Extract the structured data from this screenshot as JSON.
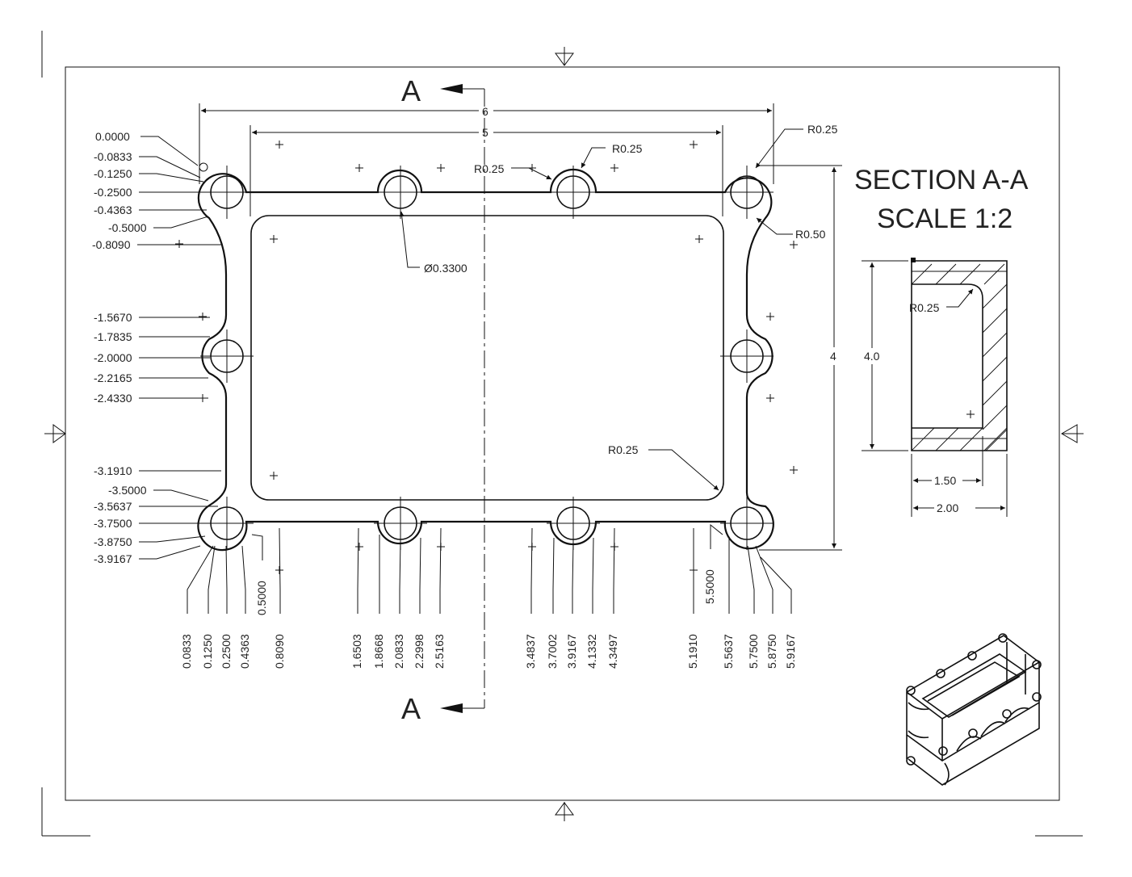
{
  "section": {
    "title": "SECTION A-A",
    "scale": "SCALE 1:2",
    "height_dim": "4.0",
    "inner_width_dim": "1.50",
    "outer_width_dim": "2.00",
    "radius": "R0.25"
  },
  "section_marker": {
    "top": "A",
    "bottom": "A"
  },
  "overall": {
    "width": "6",
    "inner_width": "5",
    "height": "4"
  },
  "radii": {
    "top_right_corner": "R0.25",
    "top_right_side": "R0.50",
    "mid_boss": "R0.25",
    "between_boss": "R0.25",
    "inner_pocket": "R0.25"
  },
  "hole": "Ø0.3300",
  "ordinate_y": [
    "0.0000",
    "-0.0833",
    "-0.1250",
    "-0.2500",
    "-0.4363",
    "-0.5000",
    "-0.8090",
    "-1.5670",
    "-1.7835",
    "-2.0000",
    "-2.2165",
    "-2.4330",
    "-3.1910",
    "-3.5000",
    "-3.5637",
    "-3.7500",
    "-3.8750",
    "-3.9167"
  ],
  "ordinate_x": [
    "0.0833",
    "0.1250",
    "0.2500",
    "0.4363",
    "0.5000",
    "0.8090",
    "1.6503",
    "1.8668",
    "2.0833",
    "2.2998",
    "2.5163",
    "3.4837",
    "3.7002",
    "3.9167",
    "4.1332",
    "4.3497",
    "5.1910",
    "5.5000",
    "5.5637",
    "5.7500",
    "5.8750",
    "5.9167"
  ]
}
